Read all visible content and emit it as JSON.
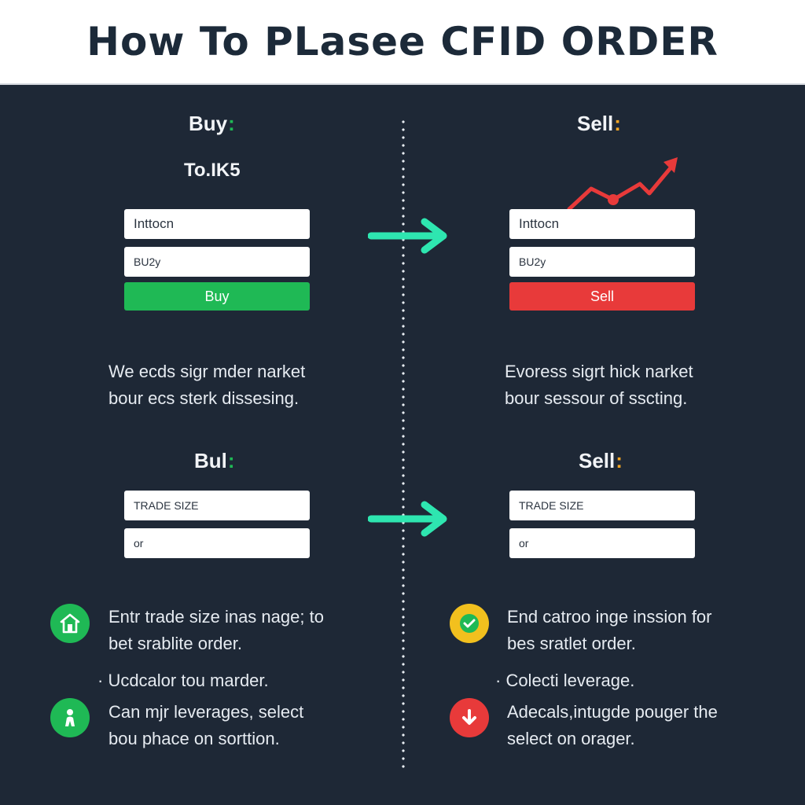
{
  "header": {
    "title": "How To PLasee CFID ORDER"
  },
  "colors": {
    "background": "#1e2836",
    "buy_green": "#1fb955",
    "sell_red": "#e83a3a",
    "arrow_teal": "#2ee6b0",
    "accent_orange": "#f5a623",
    "accent_yellow": "#f2c01e"
  },
  "left_top": {
    "heading": "Buy",
    "heading_colon": ":",
    "subheading": "To.IK5",
    "field_1": "Inttocn",
    "field_2": "BU2y",
    "button_label": "Buy",
    "desc_line_1": "We ecds sigr mder narket",
    "desc_line_2": "bour ecs sterk dissesing."
  },
  "right_top": {
    "heading": "Sell",
    "heading_colon": ":",
    "trend_icon": "trend-up-arrow-icon",
    "field_1": "Inttocn",
    "field_2": "BU2y",
    "button_label": "Sell",
    "desc_line_1": "Evoress sigrt hick narket",
    "desc_line_2": "bour sessour of sscting."
  },
  "left_bottom": {
    "heading": "Bul",
    "heading_colon": ":",
    "field_1": "TRADE SIZE",
    "field_2": "or",
    "item_1_icon": "home-icon",
    "item_1_line_1": "Entr trade size inas nage; to",
    "item_1_line_2": "bet srablite order.",
    "bullet": "· Ucdcalor tou marder.",
    "item_2_icon": "person-icon",
    "item_2_line_1": "Can mjr leverages, select",
    "item_2_line_2": "bou phace on sorttion."
  },
  "right_bottom": {
    "heading": "Sell",
    "heading_colon": ":",
    "field_1": "TRADE SIZE",
    "field_2": "or",
    "item_1_icon": "check-circle-icon",
    "item_1_line_1": "End catroo inge inssion for",
    "item_1_line_2": "bes sratlet order.",
    "bullet": "· Colecti leverage.",
    "item_2_icon": "down-arrow-icon",
    "item_2_line_1": "Adecals,intugde pouger the",
    "item_2_line_2": "select on orager."
  }
}
